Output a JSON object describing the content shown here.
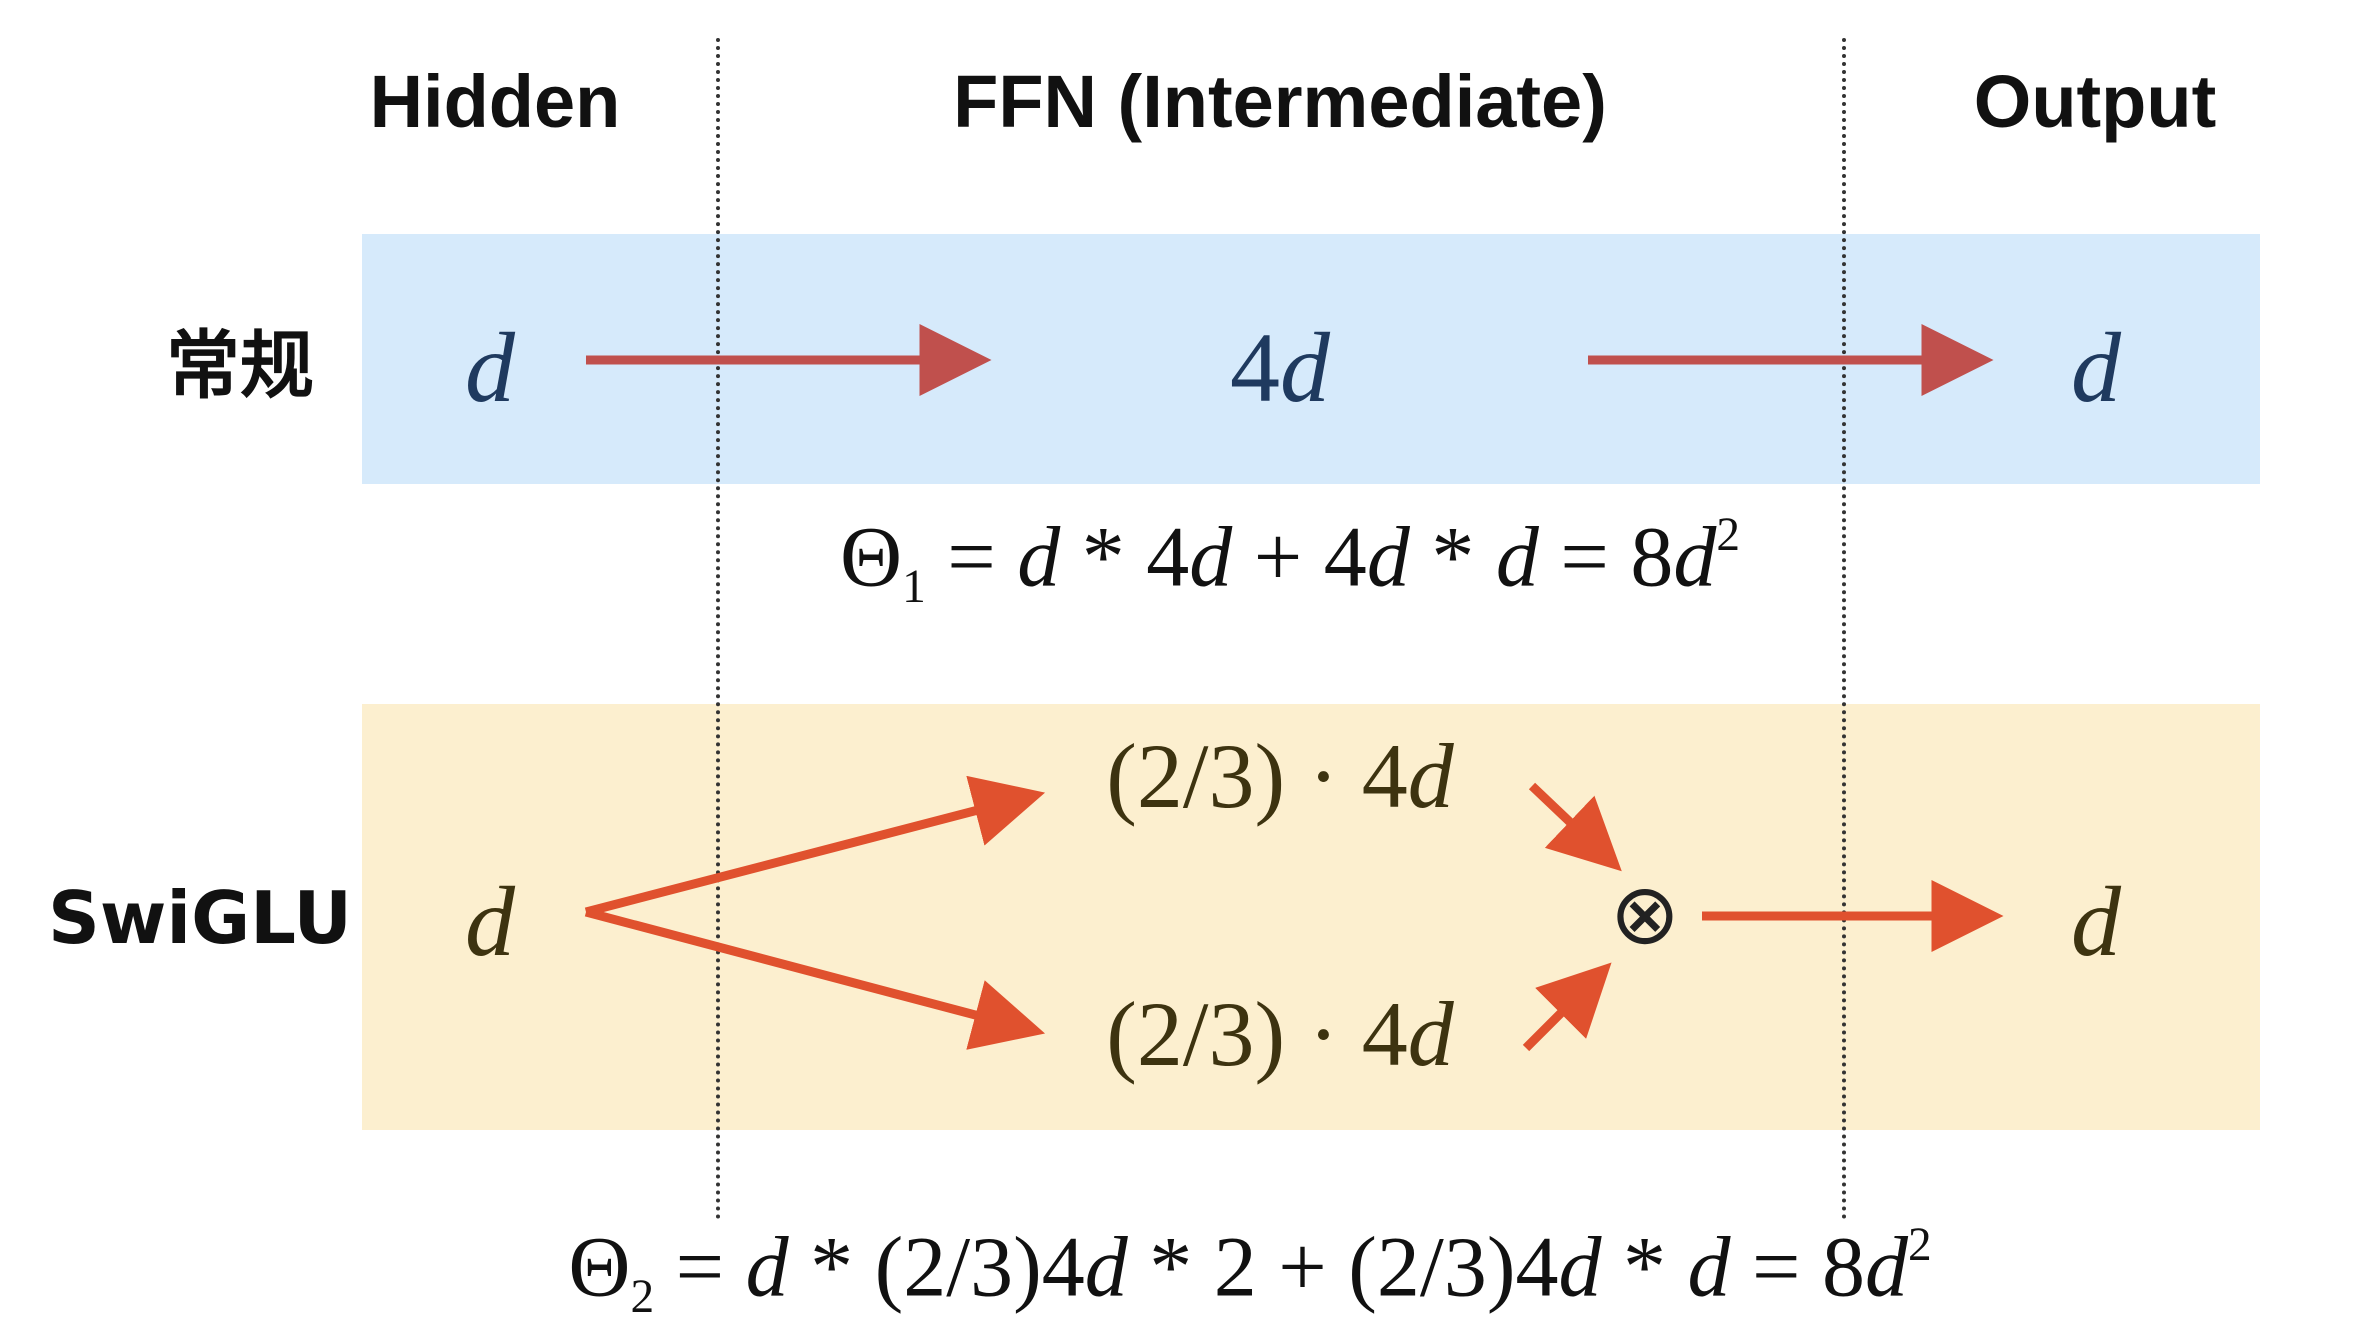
{
  "headers": {
    "hidden": "Hidden",
    "ffn": "FFN (Intermediate)",
    "output": "Output"
  },
  "rows": {
    "standard": {
      "label": "常规",
      "hidden": "d",
      "ffn_coef": "4",
      "ffn_var": "d",
      "output": "d",
      "band_color": "#d6eafb"
    },
    "swiglu": {
      "label": "SwiGLU",
      "hidden": "d",
      "ffn_top": "(2/3) · 4",
      "ffn_bottom": "(2/3) · 4",
      "ffn_var": "d",
      "multiply": "⊗",
      "output": "d",
      "band_color": "#fcefcf"
    }
  },
  "formulas": {
    "theta1": {
      "symbol": "Θ",
      "sub": "1",
      "p1": " = ",
      "v1": "d",
      "p2": " * 4",
      "v2": "d",
      "p3": " + 4",
      "v3": "d",
      "p4": " * ",
      "v4": "d",
      "p5": " = 8",
      "v5": "d",
      "sup": "2"
    },
    "theta2": {
      "symbol": "Θ",
      "sub": "2",
      "p1": " = ",
      "v1": "d",
      "p2": " * (2/3)4",
      "v2": "d",
      "p3": " * 2 + (2/3)4",
      "v3": "d",
      "p4": " * ",
      "v4": "d",
      "p5": " = 8",
      "v5": "d",
      "sup": "2"
    }
  },
  "colors": {
    "standard_arrow": "#c0504d",
    "swiglu_arrow": "#e0512e",
    "standard_text": "#1f3a5f",
    "swiglu_text": "#3d3310",
    "divider": "#333333"
  }
}
